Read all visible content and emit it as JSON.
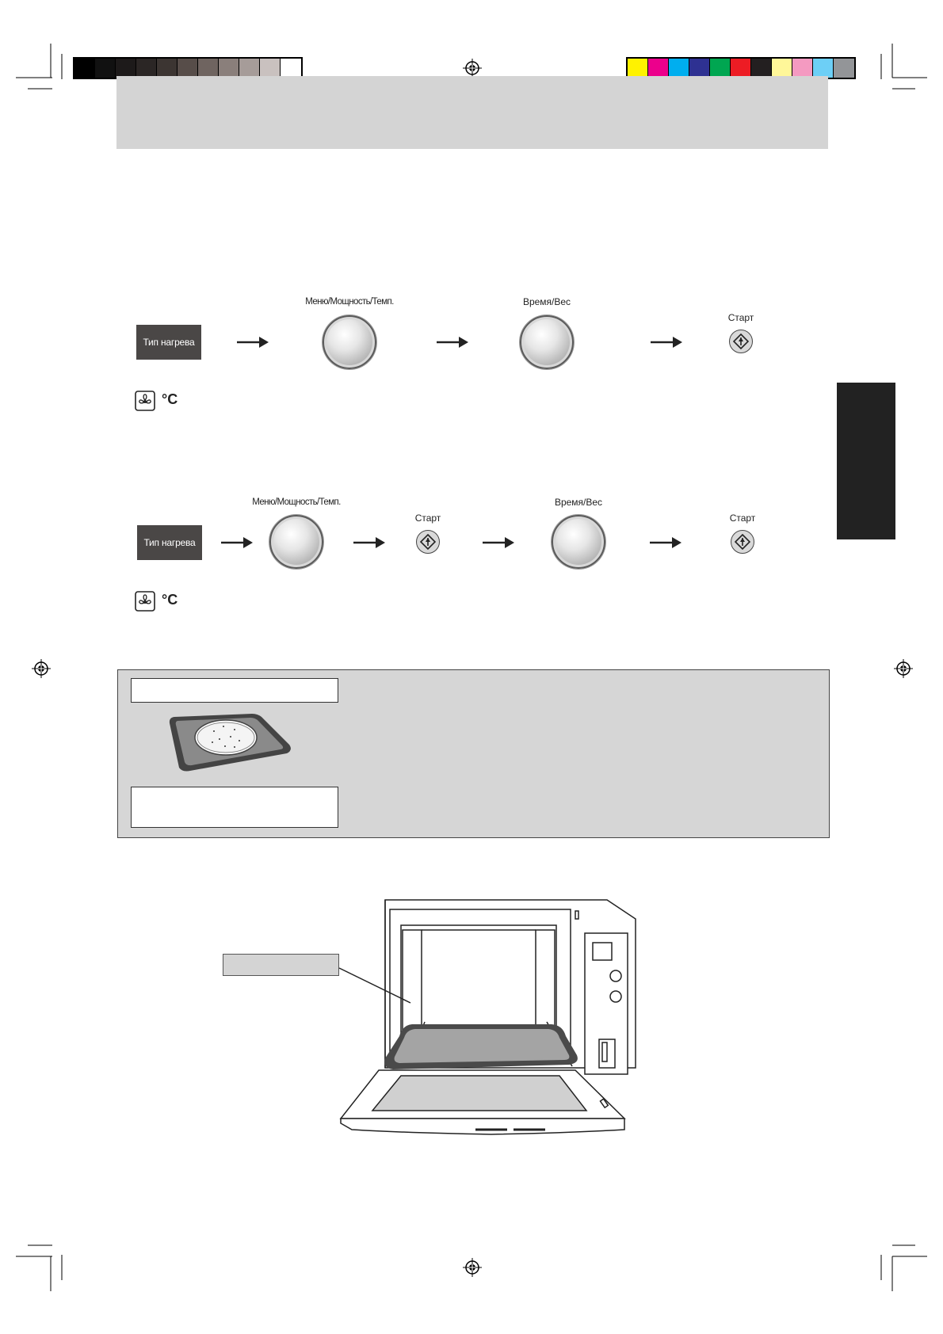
{
  "print_marks": {
    "grayscale_swatches": [
      "#000000",
      "#111111",
      "#1d1a1a",
      "#2b2625",
      "#3c3532",
      "#574d49",
      "#6f6460",
      "#8a7f7b",
      "#a69c99",
      "#c9c1bf",
      "#ffffff"
    ],
    "color_swatches": [
      "#fff200",
      "#ec008c",
      "#00aeef",
      "#2e3192",
      "#00a651",
      "#ed1c24",
      "#231f20",
      "#fff799",
      "#f49ac1",
      "#6dcff6",
      "#939598"
    ]
  },
  "sequence_1": {
    "heat_button_label": "Тип нагрева",
    "dial1_label": "Меню/Мощность/Темп.",
    "dial2_label": "Время/Вес",
    "start_label": "Старт",
    "display_unit": "°C"
  },
  "sequence_2": {
    "heat_button_label": "Тип нагрева",
    "dial1_label": "Меню/Мощность/Темп.",
    "start1_label": "Старт",
    "dial2_label": "Время/Вес",
    "start2_label": "Старт",
    "display_unit": "°C"
  },
  "icons": {
    "fan": "convection-fan-icon",
    "start": "start-diamond-icon",
    "arrow": "arrow-right-icon",
    "registration": "registration-mark-icon"
  }
}
